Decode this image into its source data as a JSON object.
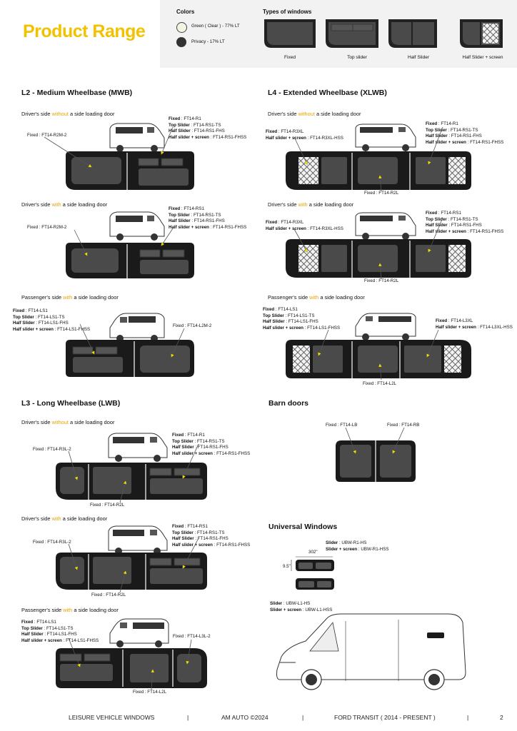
{
  "page_title": "Product Range",
  "colors": {
    "heading": "Colors",
    "items": [
      {
        "label": "Green ( Clear ) - 77% LT",
        "swatch": "#f4f4e4"
      },
      {
        "label": "Privacy - 17% LT",
        "swatch": "#333333"
      }
    ]
  },
  "window_types": {
    "heading": "Types of windows",
    "items": [
      "Fixed",
      "Top slider",
      "Half Slider",
      "Half Slider + screen"
    ]
  },
  "sections": {
    "l2": {
      "title": "L2 - Medium Wheelbase (MWB)",
      "s1": {
        "pre": "Driver's side ",
        "hl": "without",
        "post": " a side loading door",
        "left": "Fixed : FT14-R2M-2",
        "codes": [
          [
            "Fixed",
            "FT14-R1"
          ],
          [
            "Top Slider",
            "FT14-RS1-TS"
          ],
          [
            "Half Slider",
            "FT14-RS1-FHS"
          ],
          [
            "Half slider + screen",
            "FT14-RS1-FHSS"
          ]
        ]
      },
      "s2": {
        "pre": "Driver's side ",
        "hl": "with",
        "post": " a side loading door",
        "left": "Fixed : FT14-R2M-2",
        "codes": [
          [
            "Fixed",
            "FT14-RS1"
          ],
          [
            "Top Slider",
            "FT14-RS1-TS"
          ],
          [
            "Half Slider",
            "FT14-RS1-FHS"
          ],
          [
            "Half slider + screen",
            "FT14-RS1-FHSS"
          ]
        ]
      },
      "s3": {
        "pre": "Passenger's side ",
        "hl": "with",
        "post": " a side loading door",
        "right": "Fixed : FT14-L2M-2",
        "codes": [
          [
            "Fixed",
            "FT14-LS1"
          ],
          [
            "Top Slider",
            "FT14-LS1-TS"
          ],
          [
            "Half Slider",
            "FT14-LS1-FHS"
          ],
          [
            "Half slider + screen",
            "FT14-LS1-FHSS"
          ]
        ]
      }
    },
    "l4": {
      "title": "L4 - Extended Wheelbase (XLWB)",
      "s1": {
        "pre": "Driver's side ",
        "hl": "without",
        "post": " a side loading door",
        "left": [
          [
            "Fixed",
            "FT14-R3XL"
          ],
          [
            "Half slider + screen",
            "FT14-R3XL-HSS"
          ]
        ],
        "codes": [
          [
            "Fixed",
            "FT14-R1"
          ],
          [
            "Top Slider",
            "FT14-RS1-TS"
          ],
          [
            "Half Slider",
            "FT14-RS1-FHS"
          ],
          [
            "Half slider + screen",
            "FT14-RS1-FHSS"
          ]
        ],
        "bottom": "Fixed : FT14-R2L"
      },
      "s2": {
        "pre": "Driver's side ",
        "hl": "with",
        "post": " a side loading door",
        "left": [
          [
            "Fixed",
            "FT14-R3XL"
          ],
          [
            "Half slider + screen",
            "FT14-R3XL-HSS"
          ]
        ],
        "codes": [
          [
            "Fixed",
            "FT14-RS1"
          ],
          [
            "Top Slider",
            "FT14-RS1-TS"
          ],
          [
            "Half Slider",
            "FT14-RS1-FHS"
          ],
          [
            "Half slider + screen",
            "FT14-RS1-FHSS"
          ]
        ],
        "bottom": "Fixed : FT14-R2L"
      },
      "s3": {
        "pre": "Passenger's side ",
        "hl": "with",
        "post": " a side loading door",
        "codes": [
          [
            "Fixed",
            "FT14-LS1"
          ],
          [
            "Top Slider",
            "FT14-LS1-TS"
          ],
          [
            "Half Slider",
            "FT14-LS1-FHS"
          ],
          [
            "Half slider + screen",
            "FT14-LS1-FHSS"
          ]
        ],
        "right": [
          [
            "Fixed",
            "FT14-L3XL"
          ],
          [
            "Half slider + screen",
            "FT14-L3XL-HSS"
          ]
        ],
        "bottom": "Fixed : FT14-L2L"
      }
    },
    "l3": {
      "title": "L3 - Long Wheelbase (LWB)",
      "s1": {
        "pre": "Driver's side ",
        "hl": "without",
        "post": " a side loading door",
        "left": "Fixed : FT14-R3L-2",
        "codes": [
          [
            "Fixed",
            "FT14-R1"
          ],
          [
            "Top Slider",
            "FT14-RS1-TS"
          ],
          [
            "Half Slider",
            "FT14-RS1-FHS"
          ],
          [
            "Half slider + screen",
            "FT14-RS1-FHSS"
          ]
        ],
        "bottom": "Fixed : FT14-R2L"
      },
      "s2": {
        "pre": "Driver's side ",
        "hl": "with",
        "post": " a side loading door",
        "left": "Fixed : FT14-R3L-2",
        "codes": [
          [
            "Fixed",
            "FT14-RS1"
          ],
          [
            "Top Slider",
            "FT14-RS1-TS"
          ],
          [
            "Half Slider",
            "FT14-RS1-FHS"
          ],
          [
            "Half slider + screen",
            "FT14-RS1-FHSS"
          ]
        ],
        "bottom": "Fixed : FT14-R2L"
      },
      "s3": {
        "pre": "Passenger's side ",
        "hl": "with",
        "post": " a side loading door",
        "codes": [
          [
            "Fixed",
            "FT14-LS1"
          ],
          [
            "Top Slider",
            "FT14-LS1-TS"
          ],
          [
            "Half Slider",
            "FT14-LS1-FHS"
          ],
          [
            "Half slider + screen",
            "FT14-LS1-FHSS"
          ]
        ],
        "right": "Fixed : FT14-L3L-2",
        "bottom": "Fixed : FT14-L2L"
      }
    },
    "barn": {
      "title": "Barn doors",
      "left": "Fixed : FT14-LB",
      "right": "Fixed : FT14-RB"
    },
    "universal": {
      "title": "Universal Windows",
      "width_dim": "302\"",
      "height_dim": "9.5\"",
      "top_codes": [
        [
          "Slider",
          "UBW-R1-HS"
        ],
        [
          "Slider + screen",
          "UBW-R1-HSS"
        ]
      ],
      "bottom_codes": [
        [
          "Slider",
          "UBW-L1-HS"
        ],
        [
          "Slider + screen",
          "UBW-L1-HSS"
        ]
      ]
    }
  },
  "footer": {
    "left": "LEISURE VEHICLE WINDOWS",
    "mid": "AM AUTO  ©2024",
    "right": "FORD TRANSIT ( 2014 - PRESENT )",
    "page": "2",
    "sep": "|"
  }
}
